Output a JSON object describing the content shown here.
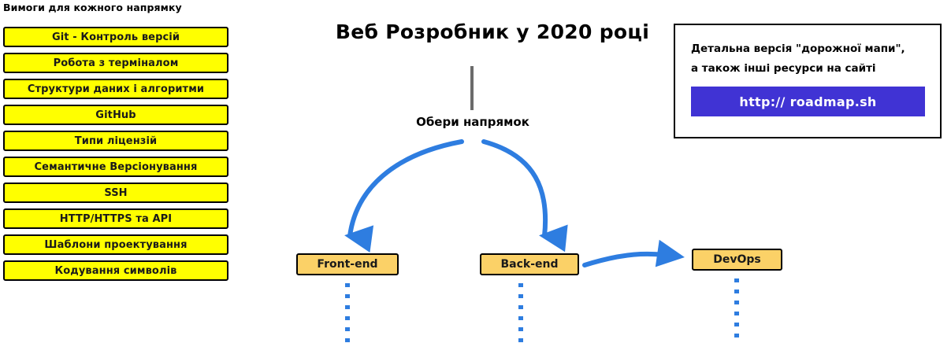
{
  "requirements": {
    "heading": "Вимоги для кожного напрямку",
    "items": [
      {
        "label": "Git - Контроль версій"
      },
      {
        "label": "Робота з терміналом"
      },
      {
        "label": "Структури даних і алгоритми"
      },
      {
        "label": "GitHub"
      },
      {
        "label": "Типи ліцензій"
      },
      {
        "label": "Семантичне Версіонування"
      },
      {
        "label": "SSH"
      },
      {
        "label": "HTTP/HTTPS та API"
      },
      {
        "label": "Шаблони проектування"
      },
      {
        "label": "Кодування символів"
      }
    ]
  },
  "diagram": {
    "title": "Веб Розробник у 2020 році",
    "choose_label": "Обери напрямок",
    "branches": [
      {
        "label": "Front-end"
      },
      {
        "label": "Back-end"
      },
      {
        "label": "DevOps"
      }
    ]
  },
  "info_card": {
    "line1": "Детальна версія \"дорожної мапи\",",
    "line2": "а також інші ресурси на сайті",
    "button_label": "http:// roadmap.sh"
  },
  "colors": {
    "requirement_fill": "#ffff00",
    "branch_fill": "#fbd167",
    "arrow_blue": "#2e7de0",
    "link_button": "#4033d4",
    "stem_gray": "#6b6b6b",
    "outline": "#000000"
  }
}
